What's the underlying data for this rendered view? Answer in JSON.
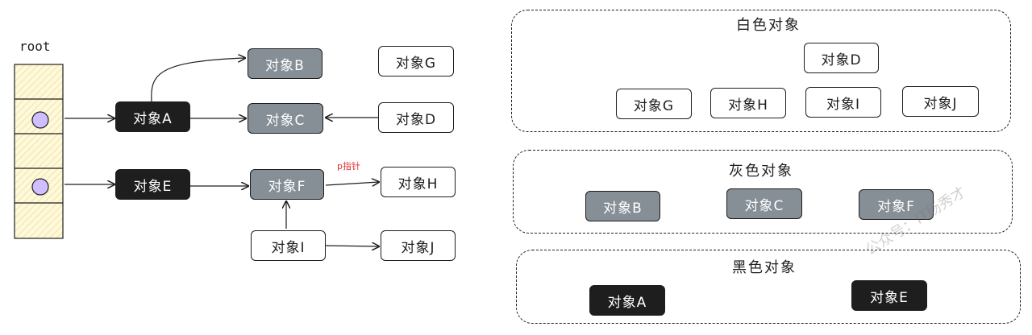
{
  "root_label": "root",
  "pointer_label": "p指针",
  "left": {
    "nodes": {
      "a": "对象A",
      "b": "对象B",
      "c": "对象C",
      "d": "对象D",
      "e": "对象E",
      "f": "对象F",
      "g": "对象G",
      "h": "对象H",
      "i": "对象I",
      "j": "对象J"
    }
  },
  "groups": {
    "white": {
      "title": "白色对象",
      "items": [
        "对象D",
        "对象G",
        "对象H",
        "对象I",
        "对象J"
      ]
    },
    "gray": {
      "title": "灰色对象",
      "items": [
        "对象B",
        "对象C",
        "对象F"
      ]
    },
    "black": {
      "title": "黑色对象",
      "items": [
        "对象A",
        "对象E"
      ]
    }
  },
  "colors": {
    "white_node": "#ffffff",
    "gray_node": "#868e96",
    "black_node": "#1e1e1e",
    "stroke": "#1e1e1e",
    "root_fill": "#fff9db",
    "pointer_dot": "#d0bfff",
    "pointer_label": "#e03131"
  },
  "watermark": "公众号：IT杨秀才"
}
